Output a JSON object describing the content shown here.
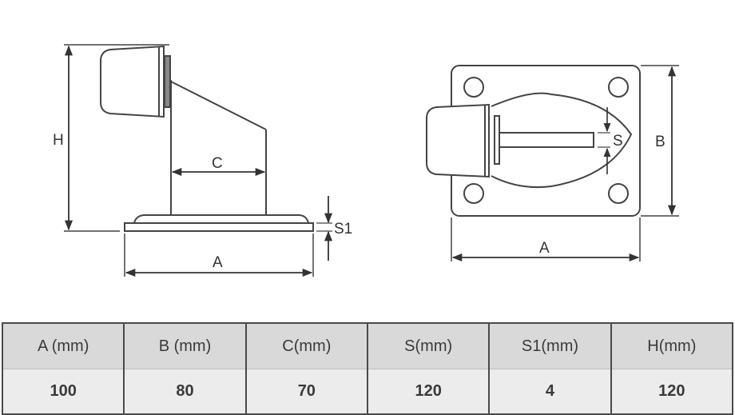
{
  "side_view": {
    "labels": {
      "height": "H",
      "arm_span": "C",
      "base_thickness": "S1",
      "base_length": "A"
    }
  },
  "top_view": {
    "labels": {
      "stem": "S",
      "plate_height": "B",
      "plate_width": "A"
    }
  },
  "spec_table": {
    "headers": [
      "A (mm)",
      "B (mm)",
      "C(mm)",
      "S(mm)",
      "S1(mm)",
      "H(mm)"
    ],
    "values": [
      "100",
      "80",
      "70",
      "120",
      "4",
      "120"
    ]
  }
}
